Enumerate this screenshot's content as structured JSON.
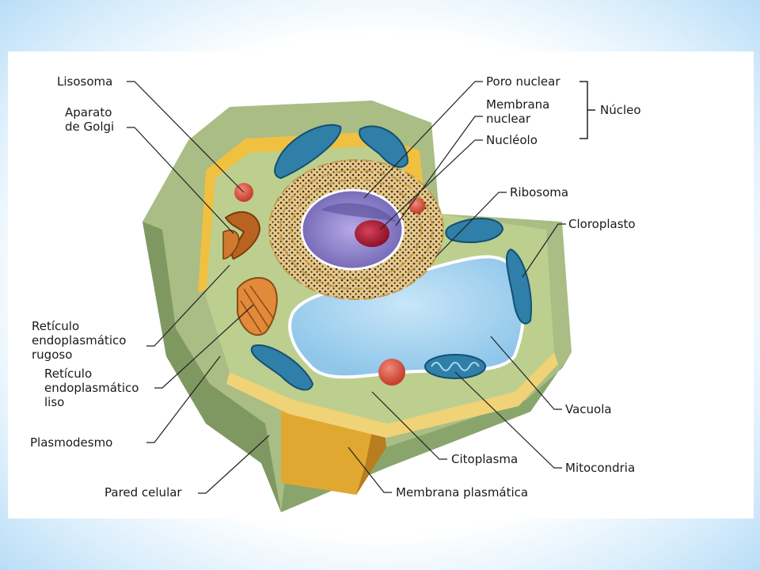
{
  "diagram": {
    "labels": {
      "lisosoma": "Lisosoma",
      "golgi_1": "Aparato",
      "golgi_2": "de Golgi",
      "rer_1": "Retículo",
      "rer_2": "endoplasmático",
      "rer_3": "rugoso",
      "ser_1": "Retículo",
      "ser_2": "endoplasmático",
      "ser_3": "liso",
      "plasmodesmo": "Plasmodesmo",
      "pared": "Pared celular",
      "poro": "Poro nuclear",
      "membrana_nuclear_1": "Membrana",
      "membrana_nuclear_2": "nuclear",
      "nucleolo": "Nucléolo",
      "nucleo": "Núcleo",
      "ribosoma": "Ribosoma",
      "cloroplasto": "Cloroplasto",
      "vacuola": "Vacuola",
      "citoplasma": "Citoplasma",
      "mitocondria": "Mitocondria",
      "membrana_plasmatica": "Membrana plasmática"
    },
    "colors": {
      "background_blue": "#b9ddf7",
      "cell_wall": "#9fb57c",
      "cytoplasm": "#b9cc8c",
      "plasma_membrane": "#e5b435",
      "vacuole": "#a9d6f2",
      "nucleus": "#8b7fc9",
      "nucleolus": "#b0203a",
      "chloroplast": "#2f7fa8",
      "lysosome": "#d34a3a",
      "golgi": "#b8631f"
    }
  }
}
